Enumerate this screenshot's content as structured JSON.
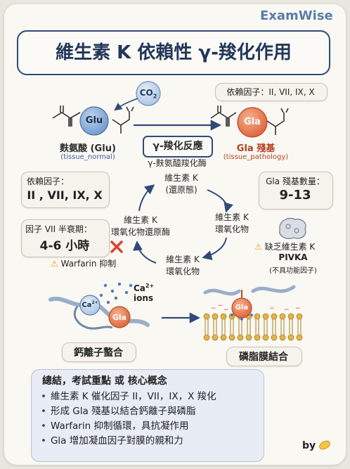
{
  "brand": "ExamWise",
  "title": "維生素 K 依賴性 γ-羧化作用",
  "reaction": {
    "co2": "CO",
    "co2_sub": "2",
    "glu_node": "Glu",
    "gla_node": "Gla",
    "glu_label": "麩氨酸 (Glu)",
    "glu_tag": "(tissue_normal)",
    "gla_label": "Gla 殘基",
    "gla_tag": "(tissue_pathology)",
    "reaction_title": "γ-羧化反應",
    "enzyme": "γ-麩氨醯羧化酶",
    "dependent_factors_top": "依賴因子：II, VII, IX, X"
  },
  "info_boxes": {
    "dependent_label": "依賴因子：",
    "dependent_value": "II , VII, IX, X",
    "half_life_label": "因子 VII 半衰期：",
    "half_life_value": "4-6 小時",
    "gla_count_label": "Gla 殘基數量：",
    "gla_count_value": "9-13"
  },
  "cycle": {
    "reduced": "維生素 K",
    "reduced_sub": "(還原態)",
    "epoxide_right_1": "維生素 K",
    "epoxide_right_2": "環氧化物",
    "epoxide_bottom_1": "維生素 K",
    "epoxide_bottom_2": "環氧化物",
    "reductase_1": "維生素 K",
    "reductase_2": "環氧化物還原酶",
    "warfarin": "Warfarin 抑制",
    "deficiency": "缺乏維生素 K",
    "pivka": "PIVKA",
    "pivka_sub": "(不具功能因子)"
  },
  "binding": {
    "ca_ions": "Ca",
    "ca_ions_sup": "2+",
    "ions": "ions",
    "ca_label": "Ca",
    "gla_label": "Gla",
    "gla_membrane": "Gla",
    "chelation": "鈣離子螯合",
    "membrane": "磷脂膜結合"
  },
  "summary": {
    "title": "總結，考試重點 或 核心概念",
    "items": [
      "維生素 K 催化因子 II，VII，IX，X 羧化",
      "形成 Gla 殘基以結合鈣離子與磷脂",
      "Warfarin 抑制循環，具抗凝作用",
      "Gla 增加凝血因子對膜的親和力"
    ]
  },
  "byline": "by",
  "colors": {
    "navy": "#2f4a78",
    "glu_blue": "#7ea6d6",
    "gla_orange": "#e8744a",
    "red": "#d64531",
    "bg": "#faf8f3"
  }
}
